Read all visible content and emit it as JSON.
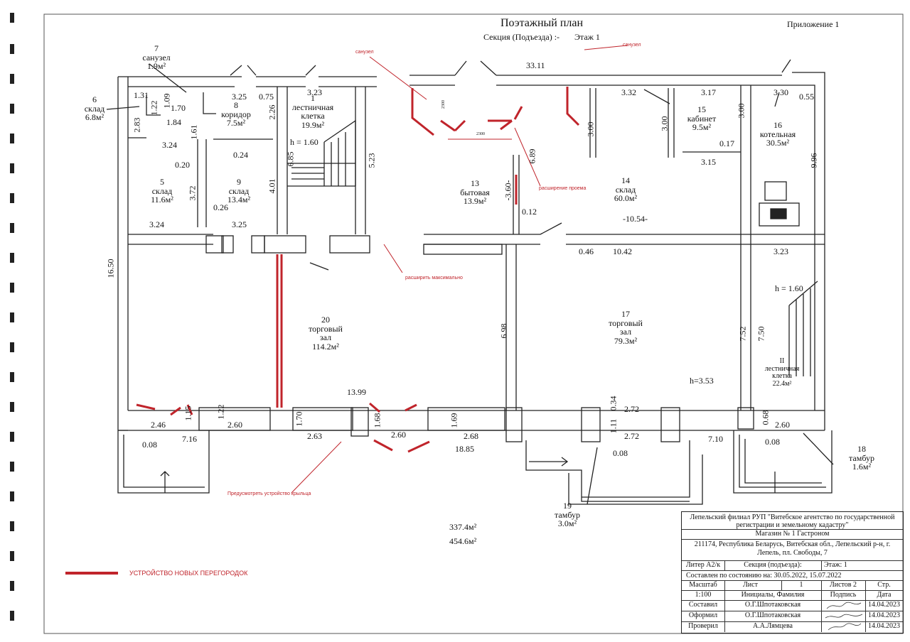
{
  "header": {
    "title": "Поэтажный план",
    "section": "Секция (Подъезда) :-",
    "floor": "Этаж 1",
    "appendix": "Приложение 1"
  },
  "rooms": [
    {
      "num": "1",
      "name": "лестничная\nклетка",
      "area": "19.9м²"
    },
    {
      "num": "5",
      "name": "склад",
      "area": "11.6м²"
    },
    {
      "num": "6",
      "name": "склад",
      "area": "6.8м²"
    },
    {
      "num": "7",
      "name": "санузел",
      "area": "1.9м²"
    },
    {
      "num": "8",
      "name": "коридор",
      "area": "7.5м²"
    },
    {
      "num": "9",
      "name": "склад",
      "area": "13.4м²"
    },
    {
      "num": "13",
      "name": "бытовая",
      "area": "13.9м²"
    },
    {
      "num": "14",
      "name": "склад",
      "area": "60.0м²"
    },
    {
      "num": "15",
      "name": "кабинет",
      "area": "9.5м²"
    },
    {
      "num": "16",
      "name": "котельная",
      "area": "30.5м²"
    },
    {
      "num": "17",
      "name": "торговый\nзал",
      "area": "79.3м²"
    },
    {
      "num": "18",
      "name": "тамбур",
      "area": "1.6м²"
    },
    {
      "num": "19",
      "name": "тамбур",
      "area": "3.0м²"
    },
    {
      "num": "20",
      "name": "торговый\nзал",
      "area": "114.2м²"
    },
    {
      "num": "II",
      "name": "лестничная\nклетка",
      "area": "22.4м²"
    }
  ],
  "dimensions": {
    "d33_11": "33.11",
    "d3_25a": "3.25",
    "d0_75": "0.75",
    "d3_23a": "3.23",
    "d3_32": "3.32",
    "d3_17": "3.17",
    "d3_30": "3.30",
    "d0_55": "0.55",
    "d1_31": "1.31",
    "d1_09": "1.09",
    "d1_22": "1.22",
    "d1_70a": "1.70",
    "d1_84": "1.84",
    "d2_83": "2.83",
    "d1_61": "1.61",
    "d2_26": "2.26",
    "h1_60a": "h = 1.60",
    "d3_24a": "3.24",
    "d0_20": "0.20",
    "d0_24": "0.24",
    "d6_85": "6.85",
    "d5_23": "5.23",
    "d3_00a": "3.00",
    "d3_00b": "3.00",
    "d3_00c": "3.00",
    "d6_89": "6.89",
    "d0_17": "0.17",
    "d3_15": "3.15",
    "d9_96": "9.96",
    "d3_72": "3.72",
    "d0_26": "0.26",
    "d4_01": "4.01",
    "d3_60": "-3.60-",
    "d0_12": "0.12",
    "d10_54": "-10.54-",
    "d3_24b": "3.24",
    "d3_25b": "3.25",
    "d0_46": "0.46",
    "d10_42": "10.42",
    "d3_23b": "3.23",
    "d16_50": "16.50",
    "d6_98": "6.98",
    "d7_52": "7.52",
    "d7_50": "7.50",
    "h1_60b": "h = 1.60",
    "h3_53": "h=3.53",
    "d13_99": "13.99",
    "d1_15": "1.15",
    "d1_22b": "1.22",
    "d2_46": "2.46",
    "d2_60a": "2.60",
    "d0_08a": "0.08",
    "d7_16": "7.16",
    "d1_70b": "1.70",
    "d2_63": "2.63",
    "d1_68": "1.68",
    "d2_60b": "2.60",
    "d1_69": "1.69",
    "d2_68": "2.68",
    "d18_85": "18.85",
    "d0_34": "0.34",
    "d2_72a": "2.72",
    "d1_11": "1.11",
    "d2_72b": "2.72",
    "d0_08b": "0.08",
    "d7_10": "7.10",
    "d0_68": "0.68",
    "d2_60c": "2.60",
    "d0_08c": "0.08",
    "d2300a": "2300",
    "d2300b": "2300"
  },
  "totals": {
    "area1": "337.4м²",
    "area2": "454.6м²"
  },
  "annotations": {
    "sanuzel_a": "санузел",
    "sanuzel_b": "санузел",
    "expand_opening": "расширение проема",
    "expand_max": "расширить максимально",
    "porch": "Предусмотреть устройство крыльца"
  },
  "legend": {
    "label": "УСТРОЙСТВО НОВЫХ ПЕРЕГОРОДОК",
    "color": "#c0242b"
  },
  "title_block": {
    "org": "Лепельский филиал РУП \"Витебское агентство по государственной регистрации и земельному кадастру\"",
    "object": "Магазин № 1 Гастроном",
    "address": "211174, Республика Беларусь, Витебская обл., Лепельский р-н, г. Лепель, пл. Свободы, 7",
    "liter": "Литер А2/к",
    "section": "Секция (подъезда):",
    "floor": "Этаж: 1",
    "compiled_date": "Составлен по состоянию на: 30.05.2022, 15.07.2022",
    "scale_label": "Масштаб",
    "scale_value": "1:100",
    "sheet_label": "Лист",
    "sheet_value": "1",
    "sheets_label": "Листов 2",
    "page_label": "Стр.",
    "initials_label": "Инициалы, Фамилия",
    "signature_label": "Подпись",
    "date_label": "Дата",
    "rows": [
      {
        "role": "Составил",
        "name": "О.Г.Шпотаковская",
        "date": "14.04.2023"
      },
      {
        "role": "Оформил",
        "name": "О.Г.Шпотаковская",
        "date": "14.04.2023"
      },
      {
        "role": "Проверил",
        "name": "А.А.Лямцева",
        "date": "14.04.2023"
      }
    ]
  }
}
